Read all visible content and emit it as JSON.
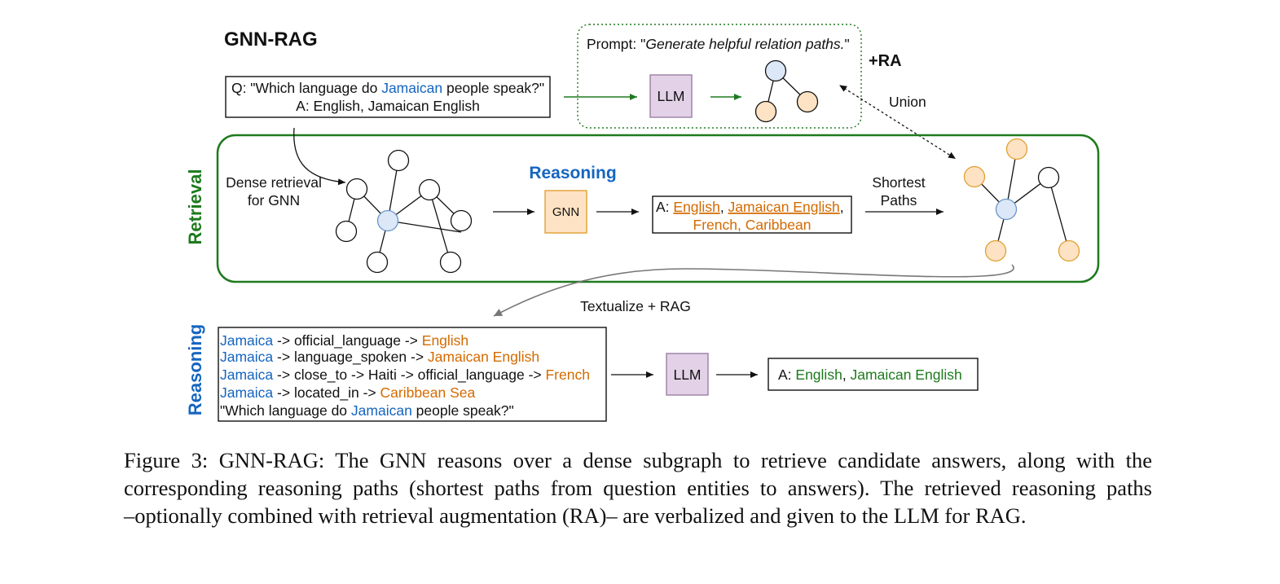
{
  "colors": {
    "green": "#1e7a1e",
    "blue": "#1565c0",
    "orange": "#d46a00",
    "node_blue": "#dce8f7",
    "node_orange": "#fde3c4",
    "node_orange_stroke": "#e0a030",
    "llm_fill": "#e3d2e7",
    "gnn_fill": "#fde3c4"
  },
  "figure": {
    "title": "GNN-RAG",
    "question": {
      "q_prefix": "Q: \"Which language do ",
      "q_entity": "Jamaican",
      "q_suffix": " people speak?\"",
      "answer": "A: English, Jamaican English"
    },
    "prompt": {
      "prefix": "Prompt: \"",
      "italic": "Generate helpful relation paths.",
      "suffix": "\""
    },
    "llm_top": "LLM",
    "ra_label": "+RA",
    "union_label": "Union",
    "retrieval_label": "Retrieval",
    "reasoning_side_label": "Reasoning",
    "dense_retrieval": [
      "Dense retrieval",
      "for GNN"
    ],
    "reasoning_heading": "Reasoning",
    "gnn": "GNN",
    "candidates": {
      "prefix": "A: ",
      "a1": "English",
      "sep1": ", ",
      "a2": "Jamaican English",
      "sep2": ",",
      "line2": "French, Caribbean"
    },
    "shortest_paths": [
      "Shortest",
      "Paths"
    ],
    "textualize": "Textualize + RAG",
    "paths": [
      {
        "entity": "Jamaica",
        "relation": " -> official_language -> ",
        "answer": "English"
      },
      {
        "entity": "Jamaica",
        "relation": " -> language_spoken -> ",
        "answer": "Jamaican English"
      },
      {
        "entity": "Jamaica",
        "relation": " -> close_to -> Haiti -> official_language -> ",
        "answer": "French"
      },
      {
        "entity": "Jamaica",
        "relation": " -> located_in -> ",
        "answer": "Caribbean Sea"
      }
    ],
    "path_question": {
      "prefix": "\"Which language do ",
      "entity": "Jamaican",
      "suffix": " people speak?\""
    },
    "llm_bottom": "LLM",
    "final_answer": {
      "prefix": "A: ",
      "a1": "English",
      "sep": ", ",
      "a2": "Jamaican English"
    }
  },
  "caption": {
    "label": "Figure 3: ",
    "name_g": "G",
    "name_nn": "NN",
    "name_dash": "-R",
    "name_ag": "AG",
    "line1_rest": ": The GNN reasons over a dense subgraph to retrieve candidate answers, along with the",
    "line2": "corresponding reasoning paths (shortest paths from question entities to answers). The retrieved reasoning paths",
    "line3": "–optionally combined with retrieval augmentation (RA)– are verbalized and given to the LLM for RAG."
  }
}
